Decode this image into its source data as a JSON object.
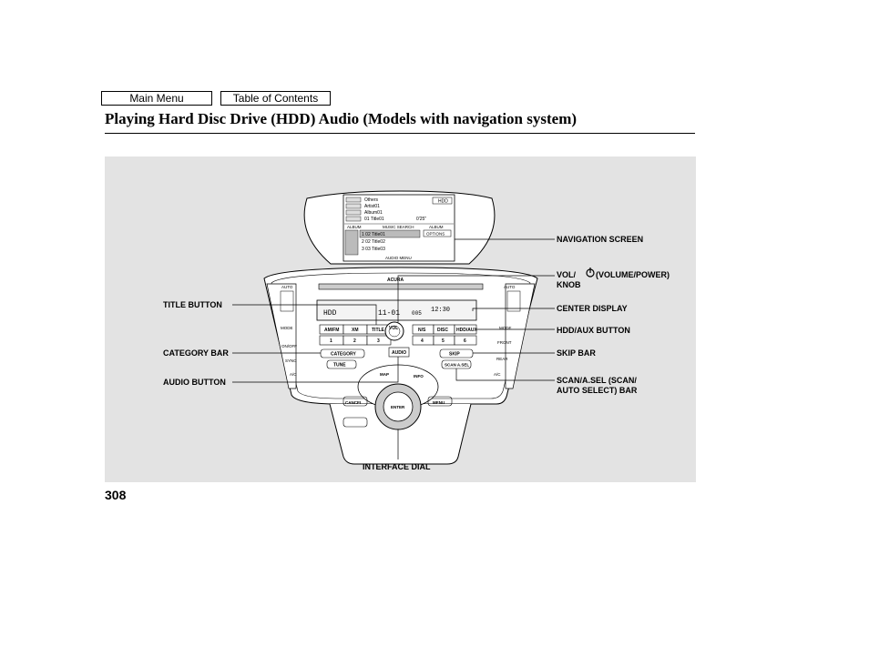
{
  "nav": {
    "main_menu": "Main Menu",
    "table_of_contents": "Table of Contents"
  },
  "page": {
    "title": "Playing Hard Disc Drive (HDD) Audio (Models with navigation system)",
    "number": "308"
  },
  "callouts": {
    "navigation_screen": "NAVIGATION SCREEN",
    "vol_prefix": "VOL/",
    "vol_suffix": "(VOLUME/POWER)",
    "vol_line2": "KNOB",
    "center_display": "CENTER DISPLAY",
    "hdd_aux_button": "HDD/AUX BUTTON",
    "skip_bar": "SKIP BAR",
    "scan_line1": "SCAN/A.SEL (SCAN/",
    "scan_line2": "AUTO SELECT) BAR",
    "title_button": "TITLE BUTTON",
    "category_bar": "CATEGORY BAR",
    "audio_button": "AUDIO BUTTON",
    "interface_dial": "INTERFACE DIAL"
  },
  "screen": {
    "rows": [
      "Others",
      "Artist01",
      "Album01",
      "01 Title01"
    ],
    "time": "0'25\"",
    "hdd_tag": "HDD",
    "bar": [
      "ALBUM",
      "MUSIC SEARCH",
      "ALBUM"
    ],
    "tracks": [
      "1  02 Title01",
      "2  02 Title02",
      "3  03 Title03"
    ],
    "options": "OPTIONS",
    "audio_menu": "AUDIO MENU"
  },
  "unit": {
    "brand": "ACURA",
    "display_hdd": "HDD",
    "display_track": "11-01",
    "display_mid": "005",
    "display_time": "12:30",
    "buttons_top": [
      "AM/FM",
      "XM",
      "TITLE",
      "N/S",
      "DISC",
      "HDD/AUX"
    ],
    "presets": [
      "1",
      "2",
      "3",
      "4",
      "5",
      "6"
    ],
    "category": "CATEGORY",
    "tune": "TUNE",
    "audio": "AUDIO",
    "skip": "SKIP",
    "scan": "SCAN A.SEL",
    "vol": "VOL",
    "map": "MAP",
    "info": "INFO",
    "cancel": "CANCEL",
    "menu": "MENU",
    "enter": "ENTER",
    "left_controls": [
      "AUTO",
      "MODE",
      "ON/OFF",
      "SYNC",
      "A/C"
    ],
    "right_controls": [
      "AUTO",
      "MODE",
      "FRONT",
      "REAR",
      "A/C"
    ]
  }
}
